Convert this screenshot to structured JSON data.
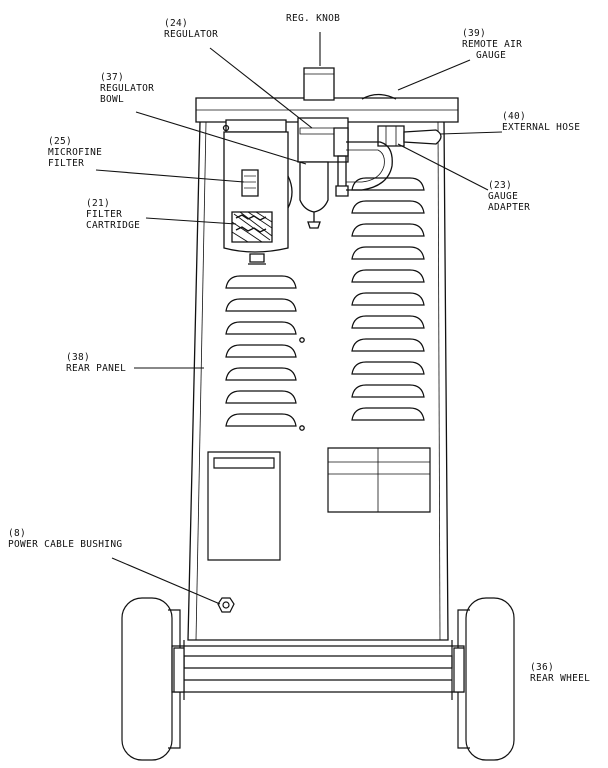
{
  "callouts": [
    {
      "id": "reg-knob",
      "number": "",
      "lines": [
        "REG. KNOB"
      ]
    },
    {
      "id": "regulator",
      "number": "(24)",
      "lines": [
        "REGULATOR"
      ]
    },
    {
      "id": "remote-air-gauge",
      "number": "(39)",
      "lines": [
        "REMOTE AIR",
        "GAUGE"
      ]
    },
    {
      "id": "regulator-bowl",
      "number": "(37)",
      "lines": [
        "REGULATOR",
        "BOWL"
      ]
    },
    {
      "id": "external-hose",
      "number": "(40)",
      "lines": [
        "EXTERNAL HOSE"
      ]
    },
    {
      "id": "microfine-filter",
      "number": "(25)",
      "lines": [
        "MICROFINE",
        "FILTER"
      ]
    },
    {
      "id": "gauge-adapter",
      "number": "(23)",
      "lines": [
        "GAUGE",
        "ADAPTER"
      ]
    },
    {
      "id": "filter-cartridge",
      "number": "(21)",
      "lines": [
        "FILTER",
        "CARTRIDGE"
      ]
    },
    {
      "id": "rear-panel",
      "number": "(38)",
      "lines": [
        "REAR PANEL"
      ]
    },
    {
      "id": "power-cable-bushing",
      "number": "(8)",
      "lines": [
        "POWER CABLE BUSHING"
      ]
    },
    {
      "id": "rear-wheel",
      "number": "(36)",
      "lines": [
        "REAR WHEEL"
      ]
    }
  ],
  "colors": {
    "ink": "#111111",
    "paper": "#ffffff"
  }
}
